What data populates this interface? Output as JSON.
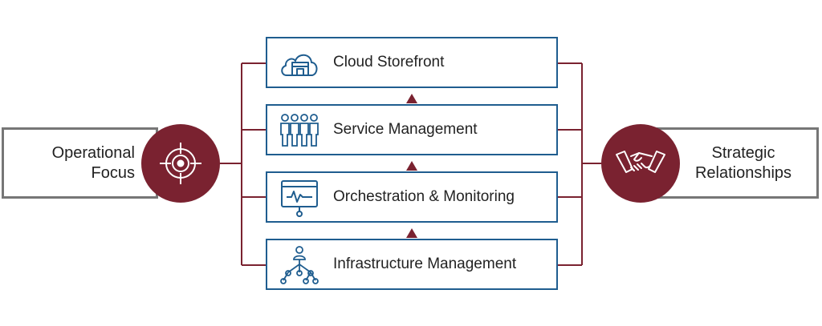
{
  "left_node": {
    "label_line1": "Operational",
    "label_line2": "Focus",
    "icon": "target-icon"
  },
  "right_node": {
    "label_line1": "Strategic",
    "label_line2": "Relationships",
    "icon": "handshake-icon"
  },
  "layers": [
    {
      "label": "Cloud Storefront",
      "icon": "cloud-store-icon"
    },
    {
      "label": "Service Management",
      "icon": "people-group-icon"
    },
    {
      "label": "Orchestration & Monitoring",
      "icon": "monitor-window-icon"
    },
    {
      "label": "Infrastructure Management",
      "icon": "hierarchy-network-icon"
    }
  ],
  "colors": {
    "accent": "#7a2230",
    "box_border": "#1f5d8f",
    "side_border": "#767676",
    "icon": "#1f5d8f"
  }
}
